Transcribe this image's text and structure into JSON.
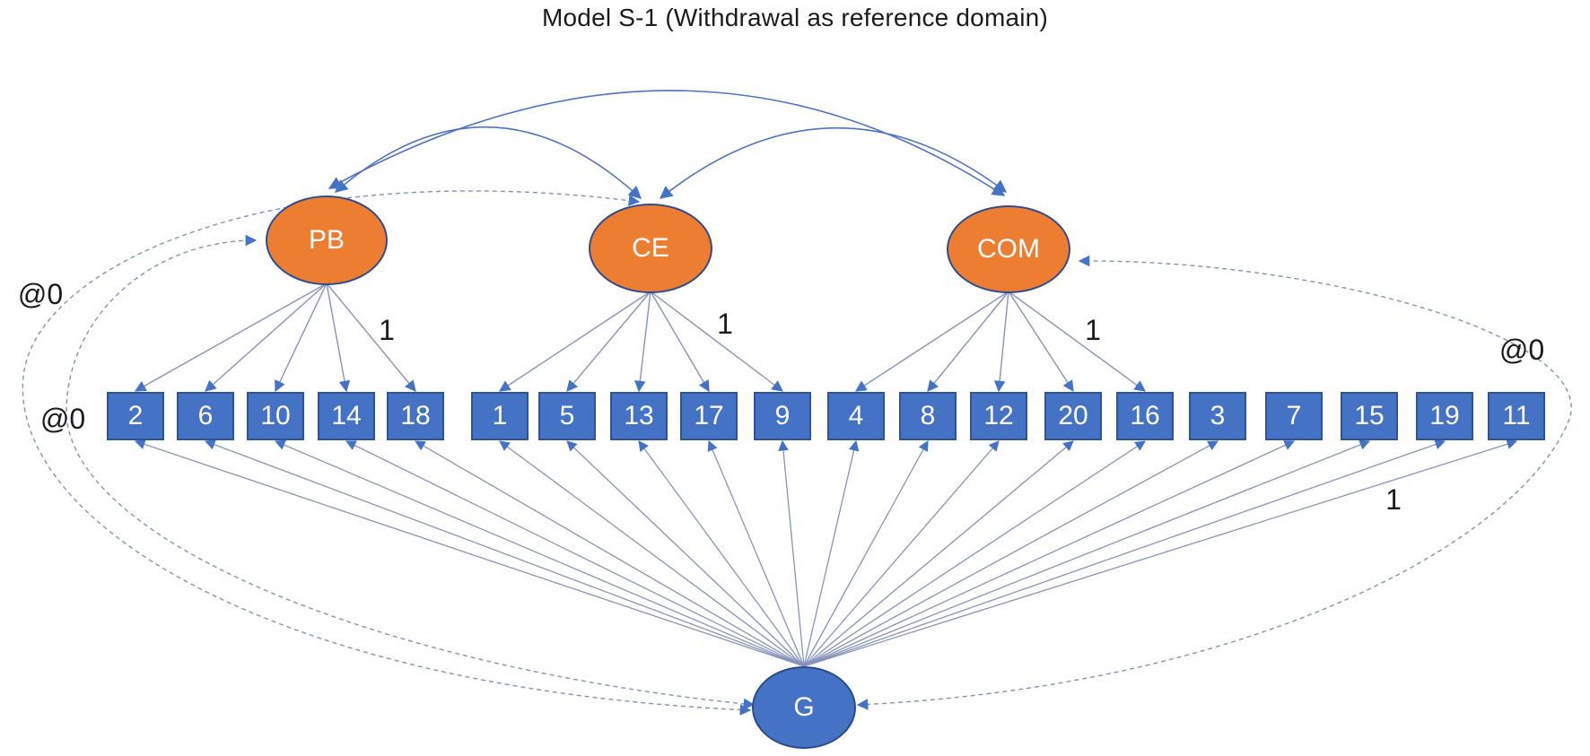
{
  "title": "Model S-1 (Withdrawal as reference domain)",
  "model": {
    "specific_factors": [
      {
        "id": "PB",
        "label": "PB",
        "indicators": [
          "2",
          "6",
          "10",
          "14",
          "18"
        ]
      },
      {
        "id": "CE",
        "label": "CE",
        "indicators": [
          "1",
          "5",
          "13",
          "17",
          "9"
        ]
      },
      {
        "id": "COM",
        "label": "COM",
        "indicators": [
          "4",
          "8",
          "12",
          "20",
          "16"
        ]
      }
    ],
    "general_factor": {
      "id": "G",
      "label": "G",
      "indicators": [
        "2",
        "6",
        "10",
        "14",
        "18",
        "1",
        "5",
        "13",
        "17",
        "9",
        "4",
        "8",
        "12",
        "20",
        "16",
        "3",
        "7",
        "15",
        "19",
        "11"
      ]
    },
    "indicator_order": [
      "2",
      "6",
      "10",
      "14",
      "18",
      "1",
      "5",
      "13",
      "17",
      "9",
      "4",
      "8",
      "12",
      "20",
      "16",
      "3",
      "7",
      "15",
      "19",
      "11"
    ],
    "factor_covariances": [
      [
        "PB",
        "CE"
      ],
      [
        "PB",
        "COM"
      ],
      [
        "CE",
        "COM"
      ]
    ],
    "fixed_zero_covariances": [
      [
        "G",
        "CE"
      ],
      [
        "G",
        "PB"
      ],
      [
        "G",
        "COM"
      ]
    ]
  },
  "annotations": [
    {
      "id": "zero-g-ce",
      "text": "@0"
    },
    {
      "id": "zero-g-pb",
      "text": "@0"
    },
    {
      "id": "zero-g-com",
      "text": "@0"
    },
    {
      "id": "one-pb",
      "text": "1"
    },
    {
      "id": "one-ce",
      "text": "1"
    },
    {
      "id": "one-com",
      "text": "1"
    },
    {
      "id": "one-g",
      "text": "1"
    }
  ],
  "colors": {
    "factor_fill": "#ED7D31",
    "factor_border": "#2F4C8F",
    "indicator_fill": "#4472C4",
    "indicator_border": "#2F5496",
    "general_fill": "#4472C4",
    "general_border": "#2A4A8C",
    "loading_line": "#8793BB",
    "covariance_line": "#4E72C4",
    "dashed_line": "#8292BC",
    "arrowhead": "#4472C4",
    "text": "#1c1c1c"
  }
}
